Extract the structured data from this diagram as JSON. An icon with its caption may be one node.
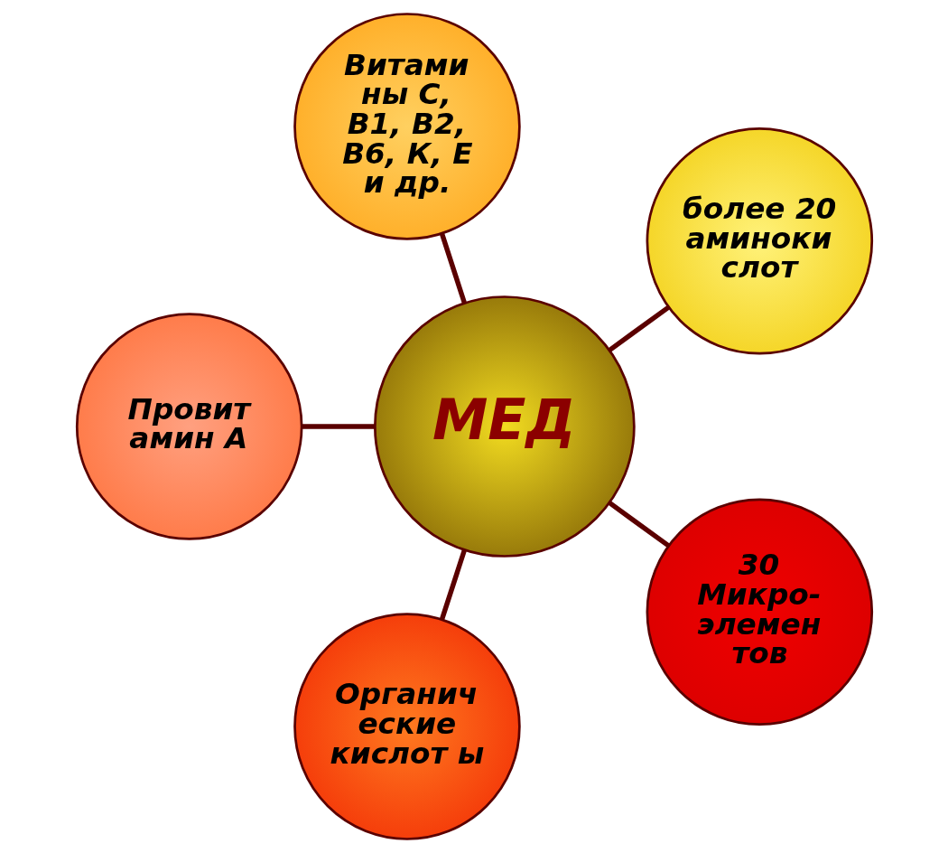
{
  "diagram": {
    "nodes": [
      {
        "text": [
          "МЕД"
        ]
      },
      {
        "text": [
          "более 20 аминоки слот"
        ]
      },
      {
        "text": [
          "Витами ны С, В1, В2, В6, К, Е и др."
        ]
      },
      {
        "text": [
          "Провит амин А"
        ]
      },
      {
        "text": [
          "Органич еские кислот ы"
        ]
      },
      {
        "text": [
          "30 Микро- элемен тов"
        ]
      }
    ],
    "edges": [
      {
        "from": 0,
        "to": 1,
        "arrow": "none"
      },
      {
        "from": 0,
        "to": 2,
        "arrow": "none"
      },
      {
        "from": 0,
        "to": 3,
        "arrow": "none"
      },
      {
        "from": 0,
        "to": 4,
        "arrow": "none"
      },
      {
        "from": 0,
        "to": 5,
        "arrow": "none"
      }
    ]
  }
}
